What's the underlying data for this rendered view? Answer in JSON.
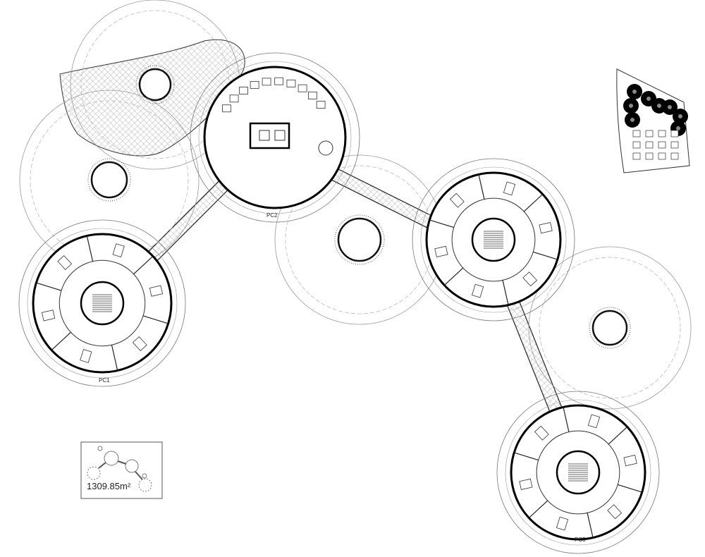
{
  "drawing": {
    "pods": [
      {
        "id": "pc1",
        "label": "PC1",
        "furnished": true
      },
      {
        "id": "pc2",
        "label": "PC2",
        "furnished": true
      },
      {
        "id": "pc3",
        "label": "",
        "furnished": false
      },
      {
        "id": "pc4",
        "label": "",
        "furnished": true
      },
      {
        "id": "pc5",
        "label": "PC5",
        "furnished": true
      }
    ],
    "line_color": "#111111",
    "hatch_color": "#888888"
  },
  "legend": {
    "area_label": "1309.85m²"
  },
  "key_plan": {
    "fill": "#000000"
  }
}
